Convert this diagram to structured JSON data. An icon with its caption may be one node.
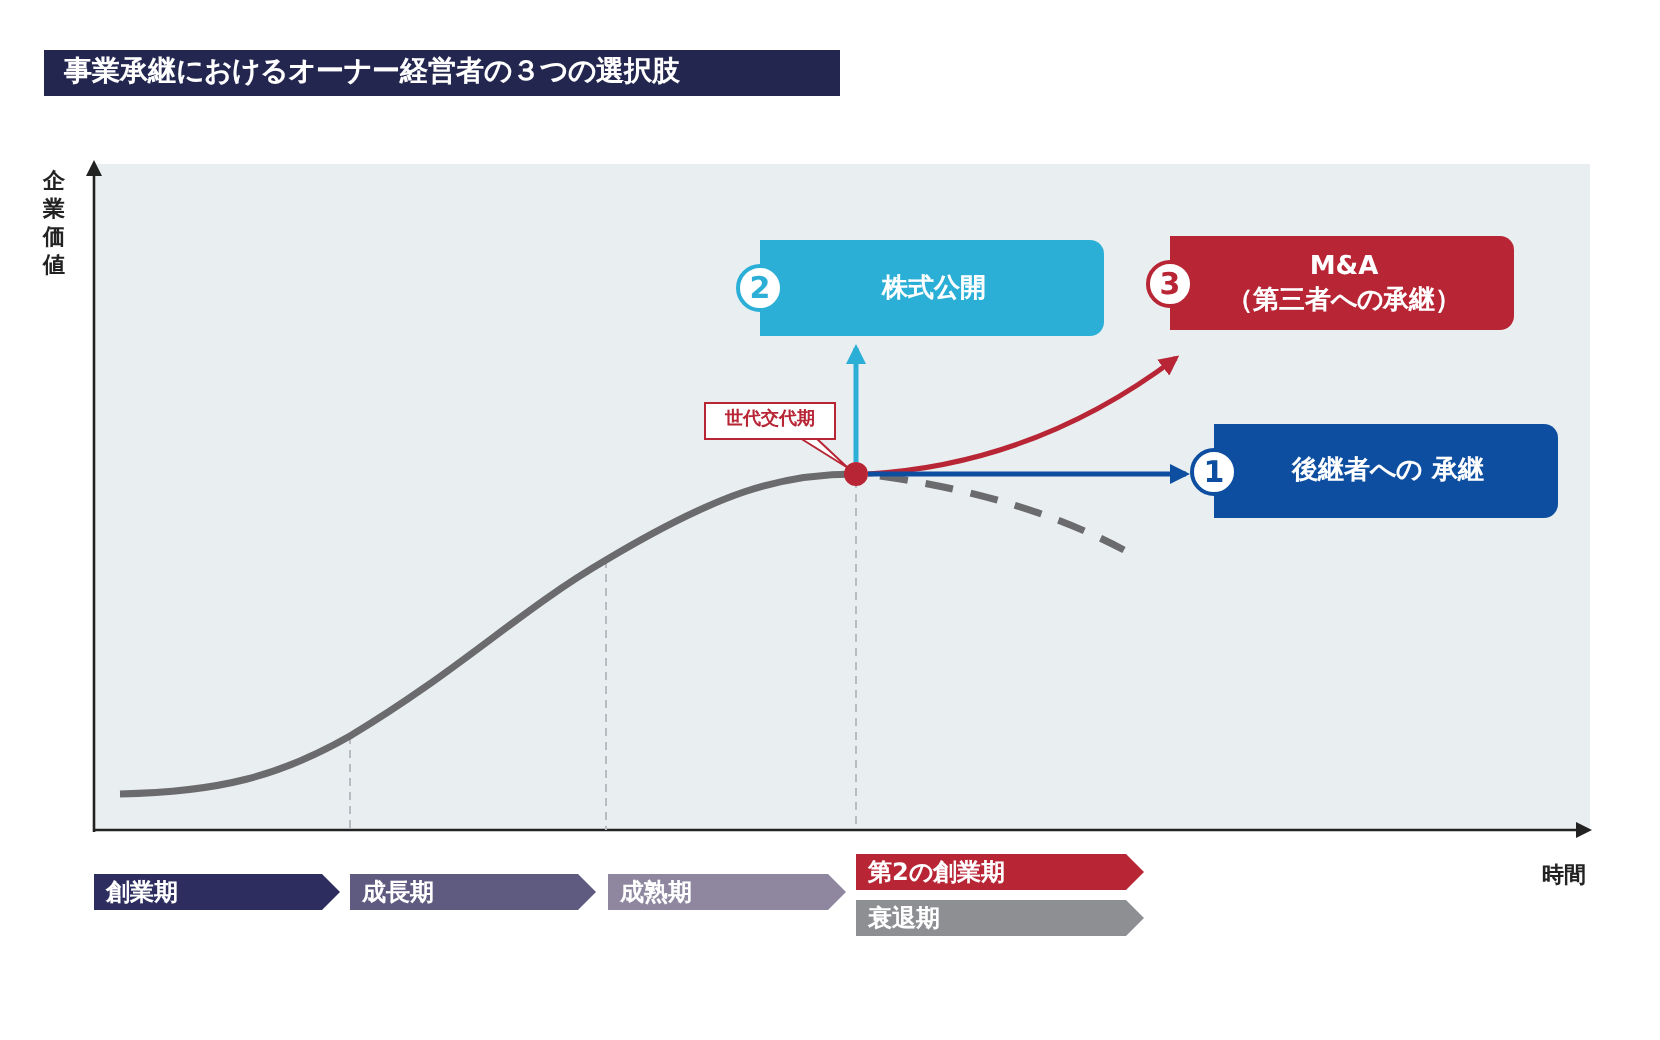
{
  "diagram": {
    "title": "事業承継におけるオーナー経営者の３つの選択肢",
    "nodes": [
      {
        "text": [],
        "shape": "circle",
        "beside": [
          "世代交代期"
        ]
      },
      {
        "text": [
          "2",
          "株式公開"
        ]
      },
      {
        "text": [
          "3",
          "M&A（第三者への承継）"
        ]
      },
      {
        "text": [
          "1",
          "後継者への 承継"
        ]
      },
      {
        "text": [
          "創業期"
        ]
      },
      {
        "text": [
          "成長期"
        ]
      },
      {
        "text": [
          "成熟期"
        ]
      },
      {
        "text": [
          "第2の創業期"
        ]
      },
      {
        "text": [
          "衰退期"
        ]
      }
    ],
    "edges": [
      {
        "from": 0,
        "to": 1,
        "arrow": "to",
        "color": "#2bafd6"
      },
      {
        "from": 0,
        "to": 2,
        "arrow": "to",
        "color": "#b82535"
      },
      {
        "from": 0,
        "to": 3,
        "arrow": "to",
        "color": "#0d4ea0"
      }
    ],
    "labels": [
      "企業価値",
      "時間"
    ]
  }
}
